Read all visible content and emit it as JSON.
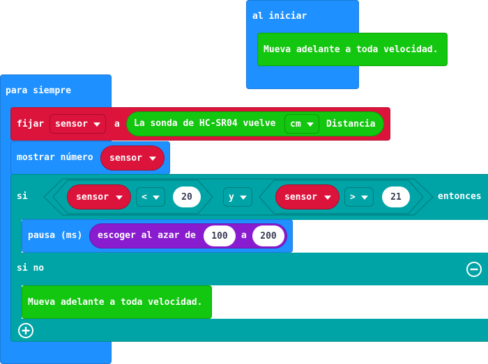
{
  "on_start": {
    "label": "al iniciar",
    "move_text": "Mueva adelante a toda velocidad."
  },
  "forever": {
    "label": "para siempre",
    "set_var": {
      "label": "fijar",
      "variable": "sensor",
      "to_label": "a",
      "sonar_label": "La sonda de HC-SR04 vuelve",
      "unit": "cm",
      "distance_label": "Distancia"
    },
    "show_number": {
      "label": "mostrar número",
      "variable": "sensor"
    },
    "if_block": {
      "if_label": "si",
      "left": {
        "variable": "sensor",
        "operator": "<",
        "value": "20"
      },
      "logic_op": "y",
      "right": {
        "variable": "sensor",
        "operator": ">",
        "value": "21"
      },
      "then_label": "entonces",
      "pause": {
        "label": "pausa (ms)",
        "random_label": "escoger al azar de",
        "from": "100",
        "and_label": "a",
        "to": "200"
      },
      "else_label": "si no",
      "else_move_text": "Mueva adelante a toda velocidad."
    }
  },
  "colors": {
    "basic_blue": "#1e90ff",
    "variables_red": "#dc143c",
    "logic_teal": "#00a4a6",
    "motor_green": "#13c60f",
    "math_purple": "#8a1ccf"
  },
  "icons": {
    "dropdown": "chevron-down-icon",
    "remove_else": "minus-circle-icon",
    "add_else_if": "plus-circle-icon"
  }
}
